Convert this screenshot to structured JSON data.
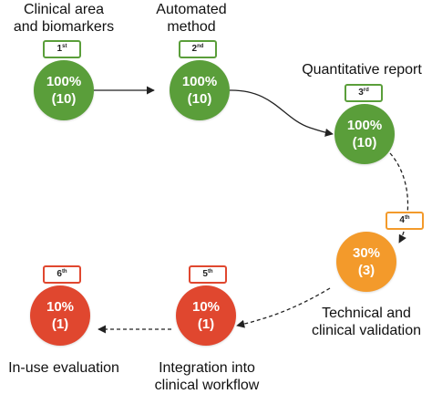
{
  "colors": {
    "complete": "#5a9e3a",
    "partial": "#f39a2b",
    "low": "#e0472f",
    "arrow": "#222222"
  },
  "stages": [
    {
      "ordinal_num": "1",
      "ordinal_suffix": "st",
      "percent": "100%",
      "count": "(10)",
      "label_lines": [
        "Clinical area",
        "and biomarkers"
      ],
      "status": "complete"
    },
    {
      "ordinal_num": "2",
      "ordinal_suffix": "nd",
      "percent": "100%",
      "count": "(10)",
      "label_lines": [
        "Automated",
        "method"
      ],
      "status": "complete"
    },
    {
      "ordinal_num": "3",
      "ordinal_suffix": "rd",
      "percent": "100%",
      "count": "(10)",
      "label_lines": [
        "Quantitative report"
      ],
      "status": "complete"
    },
    {
      "ordinal_num": "4",
      "ordinal_suffix": "th",
      "percent": "30%",
      "count": "(3)",
      "label_lines": [
        "Technical and",
        "clinical validation"
      ],
      "status": "partial"
    },
    {
      "ordinal_num": "5",
      "ordinal_suffix": "th",
      "percent": "10%",
      "count": "(1)",
      "label_lines": [
        "Integration into",
        "clinical workflow"
      ],
      "status": "low"
    },
    {
      "ordinal_num": "6",
      "ordinal_suffix": "th",
      "percent": "10%",
      "count": "(1)",
      "label_lines": [
        "In-use evaluation"
      ],
      "status": "low"
    }
  ],
  "connections": [
    {
      "from": 0,
      "to": 1,
      "style": "solid"
    },
    {
      "from": 1,
      "to": 2,
      "style": "solid"
    },
    {
      "from": 2,
      "to": 3,
      "style": "dashed"
    },
    {
      "from": 3,
      "to": 4,
      "style": "dashed"
    },
    {
      "from": 4,
      "to": 5,
      "style": "dashed"
    }
  ]
}
